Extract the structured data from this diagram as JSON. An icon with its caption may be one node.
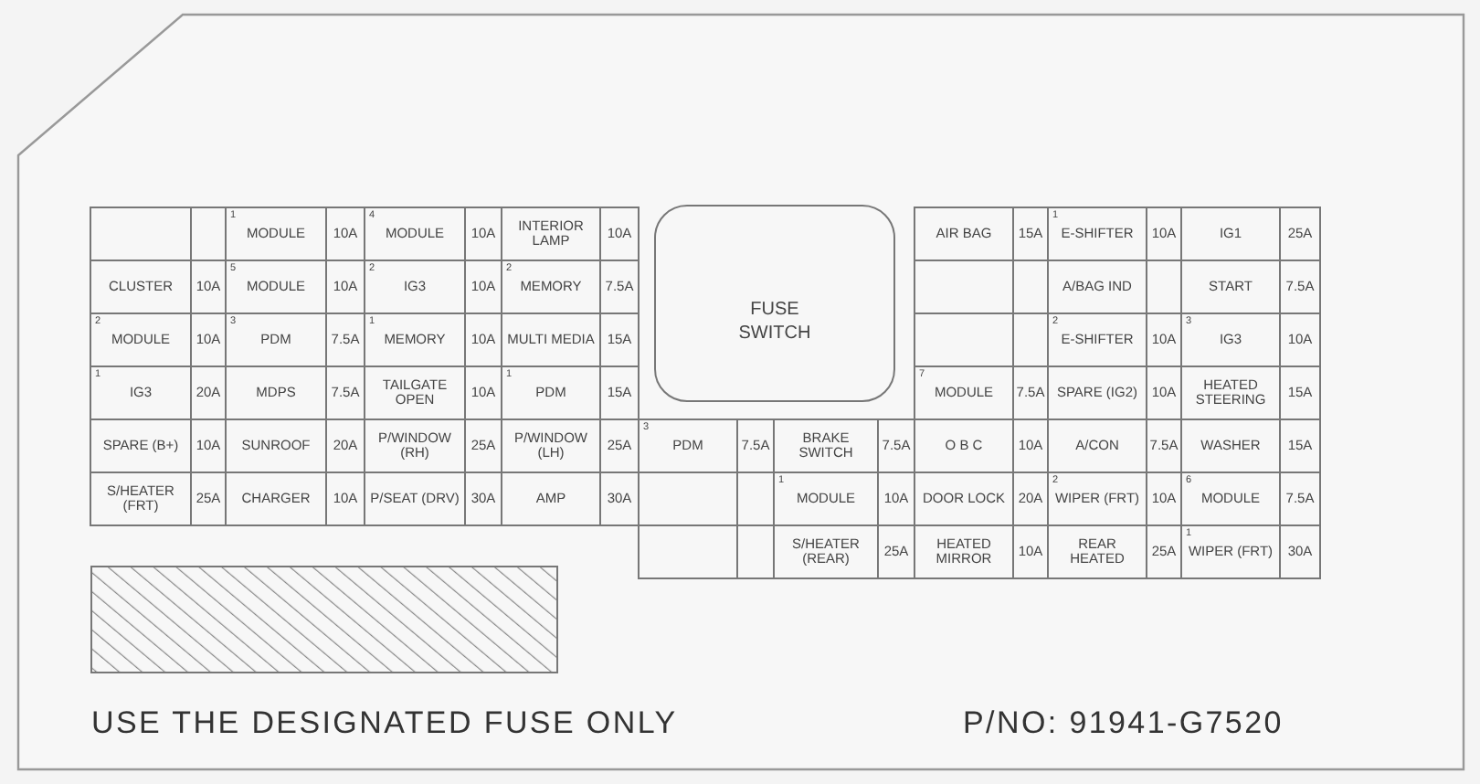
{
  "diagram": {
    "nodes": [
      {
        "text": [
          "FUSE SWITCH"
        ]
      }
    ],
    "labels": [
      "$^{1}$MODULE",
      "10A",
      "$^{4}$MODULE",
      "10A",
      "INTERIOR LAMP",
      "10A",
      "AIR BAG",
      "15A",
      "$^{1}$E-SHIFTER",
      "10A",
      "IG1",
      "25A",
      "CLUSTER",
      "10A",
      "$^{5}$MODULE",
      "10A",
      "$^{2}$IG3",
      "10A",
      "$^{2}$MEMORY",
      "7.5A",
      "A/BAG IND",
      "START",
      "7.5A",
      "$^{2}$MODULE",
      "10A",
      "$^{3}$PDM",
      "7.5A",
      "$^{1}$MEMORY",
      "10A",
      "MULTI MEDIA",
      "15A",
      "$^{2}$E-SHIFTER",
      "10A",
      "$^{3}$IG3",
      "10A",
      "$^{1}$IG3",
      "20A",
      "MDPS",
      "7.5A",
      "TAILGATE OPEN",
      "10A",
      "$^{1}$PDM",
      "15A",
      "$^{7}$MODULE",
      "7.5A",
      "SPARE (IG2)",
      "10A",
      "HEATED STEERING",
      "15A",
      "SPARE (B+)",
      "10A",
      "SUNROOF",
      "20A",
      "P/WINDOW (RH)",
      "25A",
      "P/WINDOW (LH)",
      "25A",
      "$^{3}$PDM",
      "7.5A",
      "BRAKE SWITCH",
      "7.5A",
      "O B C",
      "10A",
      "A/CON",
      "7.5A",
      "WASHER",
      "15A",
      "S/HEATER (FRT)",
      "25A",
      "CHARGER",
      "10A",
      "P/SEAT (DRV)",
      "30A",
      "AMP",
      "30A",
      "$^{1}$MODULE",
      "10A",
      "DOOR LOCK",
      "20A",
      "$^{2}$WIPER (FRT)",
      "10A",
      "$^{6}$MODULE",
      "7.5A",
      "S/HEATER (REAR)",
      "25A",
      "HEATED MIRROR",
      "10A",
      "REAR HEATED",
      "25A",
      "$^{1}$WIPER (FRT)",
      "30A",
      "USE THE DESIGNATED FUSE ONLY",
      "P/NO: 91941-G7520"
    ]
  }
}
